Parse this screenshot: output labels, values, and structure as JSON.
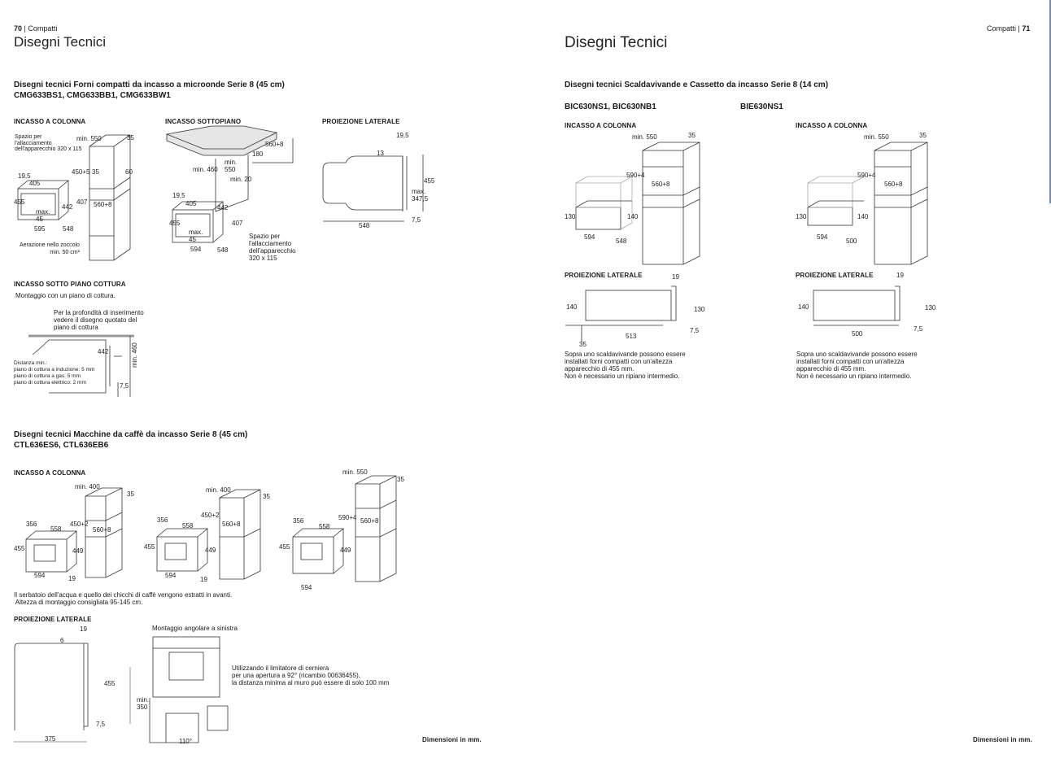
{
  "left_page": {
    "page_number": "70",
    "section": "Compatti",
    "title": "Disegni Tecnici",
    "ovens": {
      "heading": "Disegni tecnici Forni compatti da incasso a microonde Serie 8 (45 cm)",
      "models": "CMG633BS1, CMG633BB1, CMG633BW1",
      "column": {
        "label": "INCASSO A COLONNA",
        "connection_note": "Spazio per\nl'allacciamento\ndell'apparecchio 320 x 115",
        "dims": [
          "min. 550",
          "35",
          "450+5",
          "35",
          "60",
          "19,5",
          "405",
          "455",
          "442",
          "407",
          "560+8",
          "max.\n45",
          "595",
          "548"
        ],
        "vent_note": "Aerazione nello zoccolo\nmin. 50 cm²"
      },
      "under_counter": {
        "label": "INCASSO SOTTOPIANO",
        "dims": [
          "560+8",
          "180",
          "min. 460",
          "min.\n550",
          "min. 20",
          "19,5",
          "405",
          "455",
          "442",
          "407",
          "max.\n45",
          "594",
          "548"
        ],
        "connection_note": "Spazio per\nl'allacciamento\ndell'apparecchio\n320 x 115"
      },
      "side": {
        "label": "PROIEZIONE LATERALE",
        "dims": [
          "19,5",
          "13",
          "455",
          "max.\n347,5",
          "7,5",
          "548"
        ]
      },
      "under_hob": {
        "label": "INCASSO SOTTO PIANO COTTURA",
        "mounting": "Montaggio con un piano di cottura.",
        "depth_note": "Per la profondità di inserimento\nvedere il disegno quotato del\npiano di cottura",
        "distance_note": "Distanza min.:\npiano di cottura a induzione: 5 mm\npiano di cottura a gas: 5 mm\npiano di cottura elettrico: 2 mm",
        "dims": [
          "442",
          "min. 460",
          "7,5"
        ]
      }
    },
    "coffee": {
      "heading": "Disegni tecnici Macchine da caffè da incasso Serie 8 (45 cm)",
      "models": "CTL636ES6, CTL636EB6",
      "column_label": "INCASSO A COLONNA",
      "drawing1": [
        "min. 400",
        "35",
        "356",
        "558",
        "450+2",
        "560+8",
        "455",
        "449",
        "594",
        "19"
      ],
      "drawing2": [
        "min. 400",
        "35",
        "356",
        "558",
        "450+2",
        "560+8",
        "455",
        "449",
        "594",
        "19"
      ],
      "drawing3": [
        "min. 550",
        "35",
        "590+4",
        "560+8",
        "356",
        "558",
        "455",
        "449",
        "594"
      ],
      "note": "Il serbatoio dell'acqua e quello dei chicchi di caffè vengono estratti in avanti.\n Altezza di montaggio consigliata 95-145 cm.",
      "side": {
        "label": "PROIEZIONE LATERALE",
        "dims": [
          "19",
          "6",
          "455",
          "7,5",
          "375"
        ]
      },
      "corner": {
        "label": "Montaggio angolare a sinistra",
        "note": "Utilizzando il limitatore di cerniera\nper una apertura a 92° (ricambio 00636455),\nla distanza minima al muro può essere di solo 100 mm",
        "dims": [
          "min.\n350",
          "110°"
        ]
      }
    },
    "footer": "Dimensioni in mm."
  },
  "right_page": {
    "section": "Compatti",
    "page_number": "71",
    "title": "Disegni Tecnici",
    "heading": "Disegni tecnici Scaldavivande e Cassetto da incasso Serie 8 (14 cm)",
    "models_a": "BIC630NS1, BIC630NB1",
    "models_b": "BIE630NS1",
    "column_label": "INCASSO A COLONNA",
    "side_label": "PROIEZIONE LATERALE",
    "a_column": [
      "min. 550",
      "35",
      "590+4",
      "560+8",
      "130",
      "140",
      "594",
      "548"
    ],
    "b_column": [
      "min. 550",
      "35",
      "590+4",
      "560+8",
      "130",
      "140",
      "594",
      "500"
    ],
    "a_side": [
      "19",
      "140",
      "130",
      "513",
      "7,5",
      "35"
    ],
    "b_side": [
      "19",
      "140",
      "130",
      "500",
      "7,5"
    ],
    "note": "Sopra uno scaldavivande possono essere\ninstallati forni compatti con un'altezza\napparecchio di 455 mm.\nNon è necessario un ripiano intermedio.",
    "footer": "Dimensioni in mm."
  }
}
